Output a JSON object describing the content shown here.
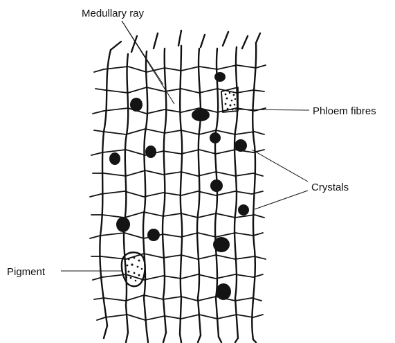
{
  "labels": {
    "medullary_ray": "Medullary ray",
    "phloem_fibres": "Phloem fibres",
    "crystals": "Crystals",
    "pigment": "Pigment"
  },
  "colors": {
    "ink": "#111111",
    "background": "#ffffff"
  }
}
